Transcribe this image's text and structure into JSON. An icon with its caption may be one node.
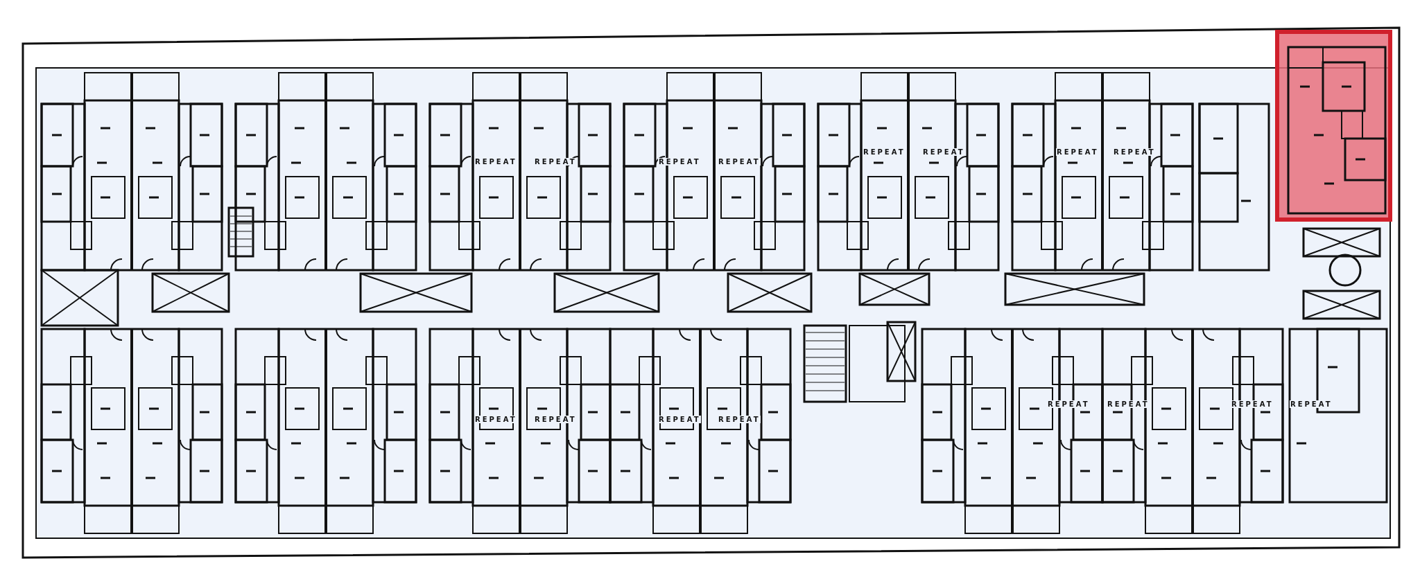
{
  "diagram": {
    "labels": [
      "REPEAT",
      "REPEAT",
      "REPEAT",
      "REPEAT",
      "REPEAT",
      "REPEAT",
      "REPEAT",
      "REPEAT",
      "REPEAT",
      "REPEAT",
      "REPEAT",
      "REPEAT",
      "REPEAT",
      "REPEAT",
      "REPEAT",
      "REPEAT"
    ]
  }
}
